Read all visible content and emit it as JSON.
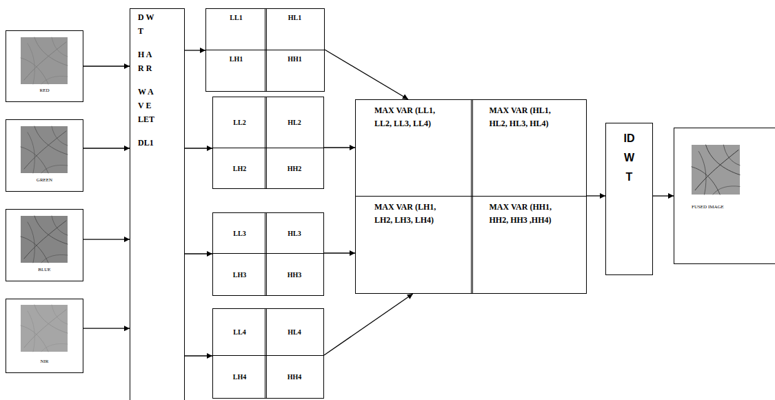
{
  "diagram": {
    "nodes": [
      {
        "text": [
          "RED"
        ]
      },
      {
        "text": [
          "GREEN"
        ]
      },
      {
        "text": [
          "BLUE"
        ]
      },
      {
        "text": [
          "NIR"
        ]
      },
      {
        "text": [
          "D W T",
          "H A R R",
          "W A V E LET",
          "DL1"
        ]
      },
      {
        "text": [
          "LL1"
        ]
      },
      {
        "text": [
          "HL1"
        ]
      },
      {
        "text": [
          "LH1"
        ]
      },
      {
        "text": [
          "HH1"
        ]
      },
      {
        "text": [
          "LL2"
        ]
      },
      {
        "text": [
          "HL2"
        ]
      },
      {
        "text": [
          "LH2"
        ]
      },
      {
        "text": [
          "HH2"
        ]
      },
      {
        "text": [
          "LL3"
        ]
      },
      {
        "text": [
          "HL3"
        ]
      },
      {
        "text": [
          "LH3"
        ]
      },
      {
        "text": [
          "HH3"
        ]
      },
      {
        "text": [
          "LL4"
        ]
      },
      {
        "text": [
          "HL4"
        ]
      },
      {
        "text": [
          "LH4"
        ]
      },
      {
        "text": [
          "HH4"
        ]
      },
      {
        "text": [
          "MAX VAR (LL1, LL2, LL3, LL4)"
        ]
      },
      {
        "text": [
          "MAX VAR (HL1, HL2, HL3, HL4)"
        ]
      },
      {
        "text": [
          "MAX VAR (LH1, LH2, LH3, LH4)"
        ]
      },
      {
        "text": [
          "MAX VAR (HH1, HH2, HH3 ,HH4)"
        ]
      },
      {
        "text": [
          "ID W T"
        ]
      },
      {
        "text": [
          "FUSED IMAGE"
        ]
      }
    ],
    "edges": [
      {
        "from": 0,
        "to": 4,
        "arrow": "to"
      },
      {
        "from": 1,
        "to": 4,
        "arrow": "to"
      },
      {
        "from": 2,
        "to": 4,
        "arrow": "to"
      },
      {
        "from": 3,
        "to": 4,
        "arrow": "to"
      },
      {
        "from": 4,
        "to": 5,
        "arrow": "to"
      },
      {
        "from": 4,
        "to": 9,
        "arrow": "to"
      },
      {
        "from": 4,
        "to": 13,
        "arrow": "to"
      },
      {
        "from": 4,
        "to": 17,
        "arrow": "to"
      },
      {
        "from": 8,
        "to": 21,
        "arrow": "to"
      },
      {
        "from": 12,
        "to": 21,
        "arrow": "to"
      },
      {
        "from": 16,
        "to": 23,
        "arrow": "to"
      },
      {
        "from": 20,
        "to": 23,
        "arrow": "to"
      },
      {
        "from": 24,
        "to": 25,
        "arrow": "to"
      },
      {
        "from": 25,
        "to": 26,
        "arrow": "to"
      }
    ]
  }
}
